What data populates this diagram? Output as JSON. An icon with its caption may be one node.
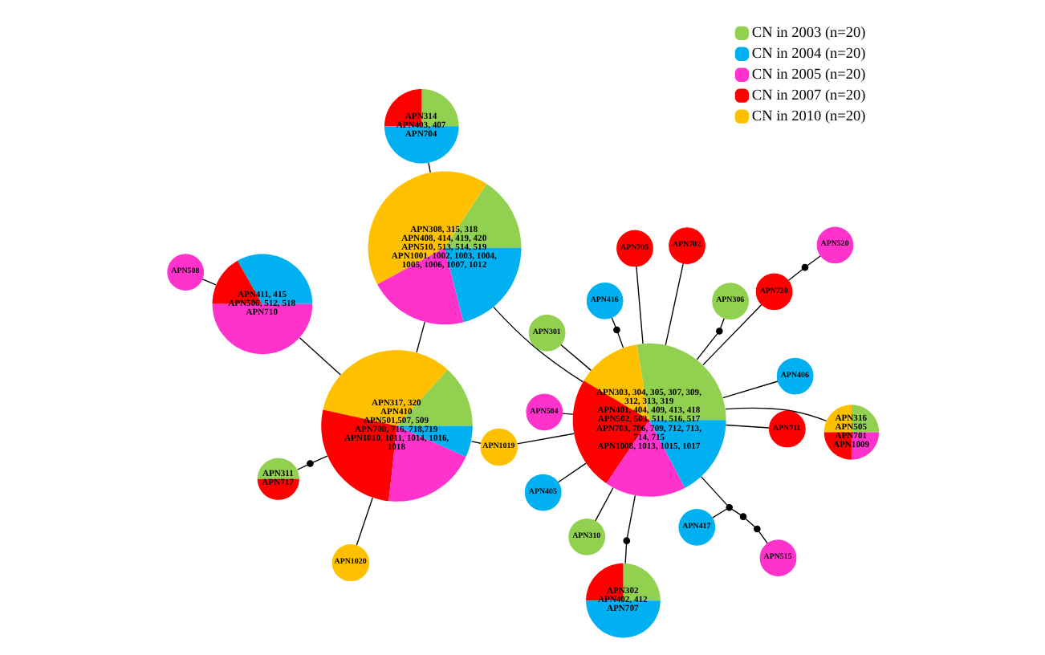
{
  "diagram": {
    "nodes": [
      {
        "text": [
          "APN302",
          "APN402, 412",
          "APN707"
        ]
      },
      {
        "text": [
          "APN515"
        ]
      },
      {
        "text": [
          "APN417"
        ]
      },
      {
        "text": [
          "APN301"
        ]
      },
      {
        "text": [
          "APN705"
        ]
      },
      {
        "text": [
          "APN416"
        ]
      },
      {
        "text": [
          "APN711"
        ]
      },
      {
        "text": [
          "APN306"
        ]
      },
      {
        "text": [
          "APN406"
        ]
      },
      {
        "text": [
          "APN303, 304, 305, 307, 309, 312, 313, 319",
          "APN401, 404, 409, 413, 418",
          "APN502, 503, 511, 516, 517",
          "APN703, 706, 709, 712, 713, 714, 715",
          "APN1008, 1013, 1015, 1017"
        ]
      },
      {
        "text": [
          "APN316",
          "APN505",
          "APN701",
          "APN1009"
        ]
      },
      {
        "text": [
          "APN1019"
        ]
      },
      {
        "text": [
          "APN702"
        ]
      },
      {
        "text": [
          "APN317, 320",
          "APN410",
          "APN501,507, 509",
          "APN708, 716, 718,719",
          "APN1010, 1011, 1014, 1016, 1018"
        ]
      },
      {
        "text": [
          "APN308, 315, 318",
          "APN408, 414, 419, 420",
          "APN510, 513, 514, 519",
          "APN1001, 1002, 1003, 1004, 1005, 1006, 1007, 1012"
        ]
      },
      {
        "text": [
          "APN720"
        ]
      },
      {
        "text": [
          "APN520"
        ]
      },
      {
        "text": [
          "APN311",
          "APN717"
        ]
      },
      {
        "text": [
          "APN405"
        ]
      },
      {
        "text": [
          "APN504"
        ]
      },
      {
        "text": [
          "APN310"
        ]
      },
      {
        "text": [
          "APN1020"
        ]
      },
      {
        "text": [
          "APN411, 415",
          "APN506, 512, 518",
          "APN710"
        ]
      },
      {
        "text": [
          "APN314",
          "APN403, 407",
          "APN704"
        ]
      },
      {
        "text": [
          "APN508"
        ]
      },
      {
        "text": [],
        "shape": "circle"
      },
      {
        "text": [],
        "shape": "circle"
      },
      {
        "text": [],
        "shape": "circle"
      },
      {
        "text": [],
        "shape": "circle"
      },
      {
        "text": [],
        "shape": "circle"
      },
      {
        "text": [],
        "shape": "circle"
      },
      {
        "text": [],
        "shape": "circle"
      },
      {
        "text": [],
        "shape": "circle"
      }
    ],
    "edges": [
      {
        "from": 0,
        "to": 25,
        "arrow": "none"
      },
      {
        "from": 25,
        "to": 9,
        "arrow": "none"
      },
      {
        "from": 1,
        "to": 26,
        "arrow": "none"
      },
      {
        "from": 26,
        "to": 27,
        "arrow": "none"
      },
      {
        "from": 27,
        "to": 28,
        "arrow": "none"
      },
      {
        "from": 2,
        "to": 28,
        "arrow": "none"
      },
      {
        "from": 28,
        "to": 9,
        "arrow": "none"
      },
      {
        "from": 3,
        "to": 9,
        "arrow": "none"
      },
      {
        "from": 4,
        "to": 9,
        "arrow": "none"
      },
      {
        "from": 5,
        "to": 29,
        "arrow": "none"
      },
      {
        "from": 29,
        "to": 9,
        "arrow": "none"
      },
      {
        "from": 6,
        "to": 9,
        "arrow": "none"
      },
      {
        "from": 7,
        "to": 30,
        "arrow": "none"
      },
      {
        "from": 30,
        "to": 9,
        "arrow": "none"
      },
      {
        "from": 8,
        "to": 9,
        "arrow": "none"
      },
      {
        "from": 9,
        "to": 10,
        "arrow": "none"
      },
      {
        "from": 11,
        "to": 9,
        "arrow": "none"
      },
      {
        "from": 11,
        "to": 13,
        "arrow": "none"
      },
      {
        "from": 12,
        "to": 9,
        "arrow": "none"
      },
      {
        "from": 14,
        "to": 9,
        "arrow": "none"
      },
      {
        "from": 9,
        "to": 15,
        "arrow": "none"
      },
      {
        "from": 15,
        "to": 31,
        "arrow": "none"
      },
      {
        "from": 31,
        "to": 16,
        "arrow": "none"
      },
      {
        "from": 9,
        "to": 18,
        "arrow": "none"
      },
      {
        "from": 9,
        "to": 19,
        "arrow": "none"
      },
      {
        "from": 9,
        "to": 20,
        "arrow": "none"
      },
      {
        "from": 13,
        "to": 14,
        "arrow": "none"
      },
      {
        "from": 13,
        "to": 32,
        "arrow": "none"
      },
      {
        "from": 32,
        "to": 17,
        "arrow": "none"
      },
      {
        "from": 13,
        "to": 21,
        "arrow": "none"
      },
      {
        "from": 13,
        "to": 22,
        "arrow": "none"
      },
      {
        "from": 22,
        "to": 24,
        "arrow": "none"
      },
      {
        "from": 14,
        "to": 23,
        "arrow": "none"
      }
    ],
    "legend": [
      {
        "text": "CN in 2003 (n=20)",
        "color": "#92d050"
      },
      {
        "text": "CN in 2004 (n=20)",
        "color": "#00b0f0"
      },
      {
        "text": "CN in 2005 (n=20)",
        "color": "#ff33cc"
      },
      {
        "text": "CN in 2007 (n=20)",
        "color": "#ff0000"
      },
      {
        "text": "CN in 2010 (n=20)",
        "color": "#ffc000"
      }
    ]
  }
}
